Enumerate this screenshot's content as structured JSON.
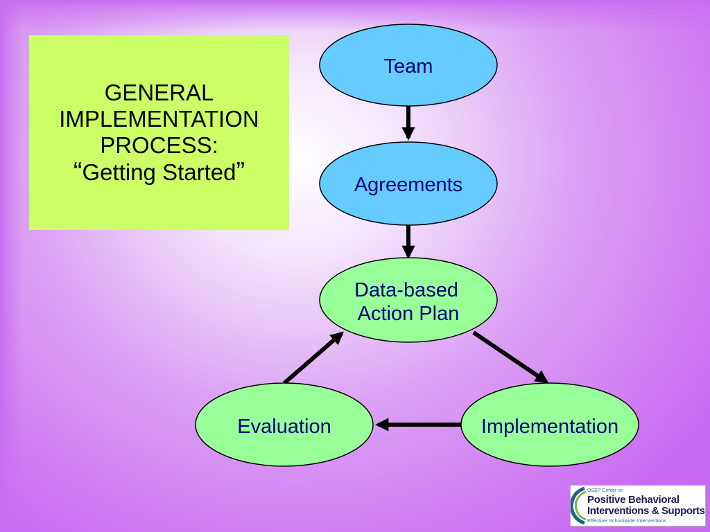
{
  "title": {
    "line1": "GENERAL",
    "line2": "IMPLEMENTATION",
    "line3": "PROCESS:",
    "line4_open_quote": "“",
    "line4_text": "Getting Started",
    "line4_close_quote": "”"
  },
  "nodes": {
    "team": "Team",
    "agreements": "Agreements",
    "action_plan_line1": "Data-based",
    "action_plan_line2": "Action Plan",
    "evaluation": "Evaluation",
    "implementation": "Implementation"
  },
  "colors": {
    "blue_node": "#66ccff",
    "green_node": "#99ff99",
    "title_box": "#ccff66",
    "node_text": "#000080",
    "arrow": "#000000"
  },
  "logo": {
    "line1": "OSEP Center on",
    "line2": "Positive Behavioral",
    "line3": "Interventions & Supports",
    "line4": "Effective Schoolwide Interventions"
  }
}
